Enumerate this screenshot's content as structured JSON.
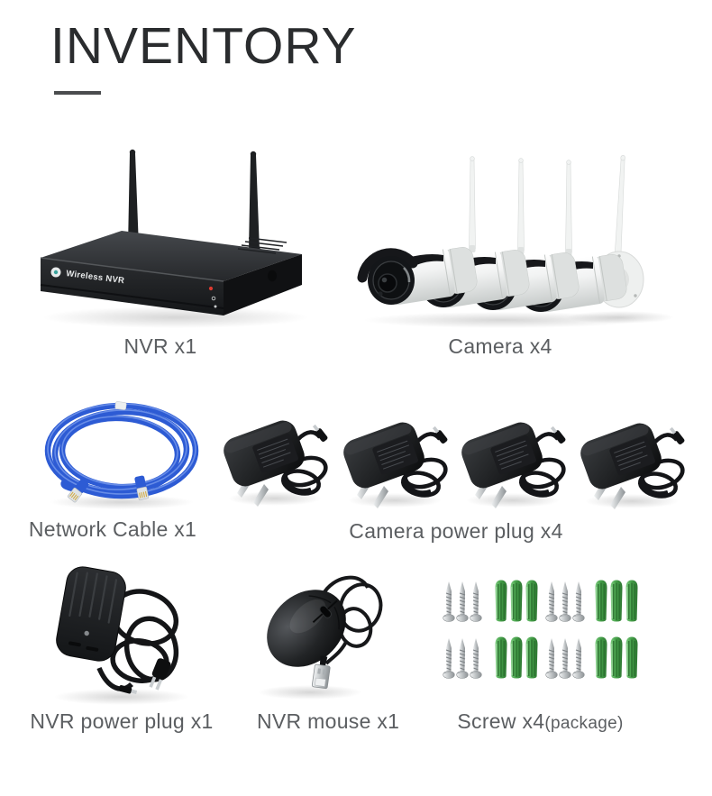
{
  "page": {
    "title": "INVENTORY"
  },
  "nvr": {
    "brand_label": "Wireless NVR"
  },
  "items": [
    {
      "name": "nvr",
      "label": "NVR x1"
    },
    {
      "name": "camera",
      "label": "Camera x4"
    },
    {
      "name": "network-cable",
      "label": "Network Cable x1"
    },
    {
      "name": "camera-power-plug",
      "label": "Camera power plug x4"
    },
    {
      "name": "nvr-power-plug",
      "label": "NVR power plug x1"
    },
    {
      "name": "nvr-mouse",
      "label": "NVR mouse x1"
    },
    {
      "name": "screw",
      "label": "Screw x4",
      "suffix": "(package)"
    }
  ],
  "colors": {
    "title": "#2a2c2e",
    "label": "#5b5e61",
    "underline": "#4a4c4e",
    "cable_blue": "#2d5bd4",
    "anchor_green": "#46a24a",
    "device_black": "#1a1c1e",
    "camera_white": "#f1f3f2",
    "led_red": "#dd3a31"
  }
}
